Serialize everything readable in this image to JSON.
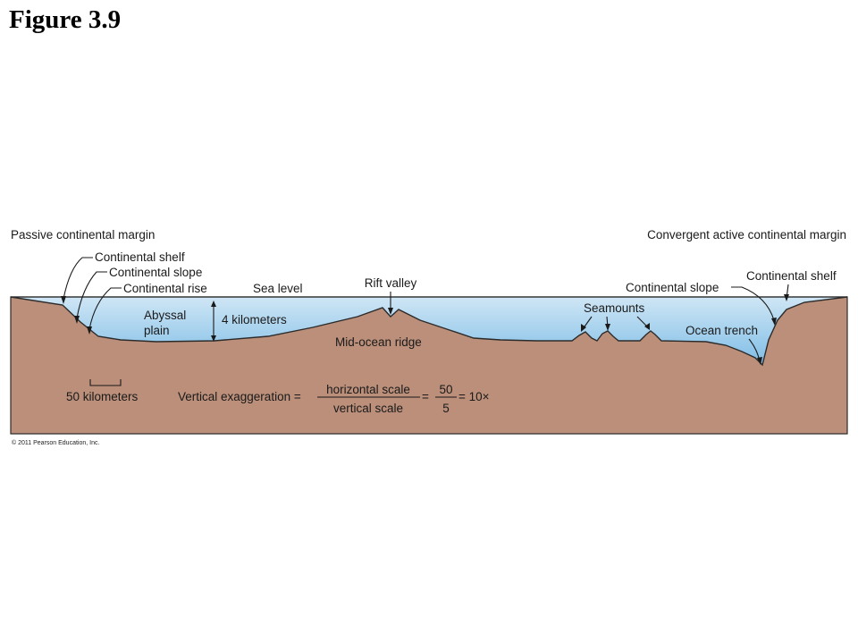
{
  "figure_title": "Figure 3.9",
  "labels": {
    "passive_margin": "Passive continental margin",
    "convergent_margin": "Convergent active continental margin",
    "continental_shelf_left": "Continental shelf",
    "continental_slope_left": "Continental slope",
    "continental_rise": "Continental rise",
    "sea_level": "Sea level",
    "rift_valley": "Rift valley",
    "continental_slope_right": "Continental slope",
    "continental_shelf_right": "Continental shelf",
    "abyssal_plain_line1": "Abyssal",
    "abyssal_plain_line2": "plain",
    "depth_scale": "4 kilometers",
    "mid_ocean_ridge": "Mid-ocean ridge",
    "seamounts": "Seamounts",
    "ocean_trench": "Ocean trench",
    "horizontal_scale": "50 kilometers",
    "vertical_exaggeration": {
      "prefix": "Vertical exaggeration =",
      "numerator": "horizontal scale",
      "denominator": "vertical scale",
      "equals": "=",
      "num_value": "50",
      "den_value": "5",
      "result": "= 10×"
    },
    "copyright": "© 2011 Pearson Education, Inc."
  },
  "colors": {
    "ocean_top": "#cfe6f5",
    "ocean_bottom": "#7ebde6",
    "crust": "#bb8f7a",
    "outline": "#2b2b2b"
  }
}
